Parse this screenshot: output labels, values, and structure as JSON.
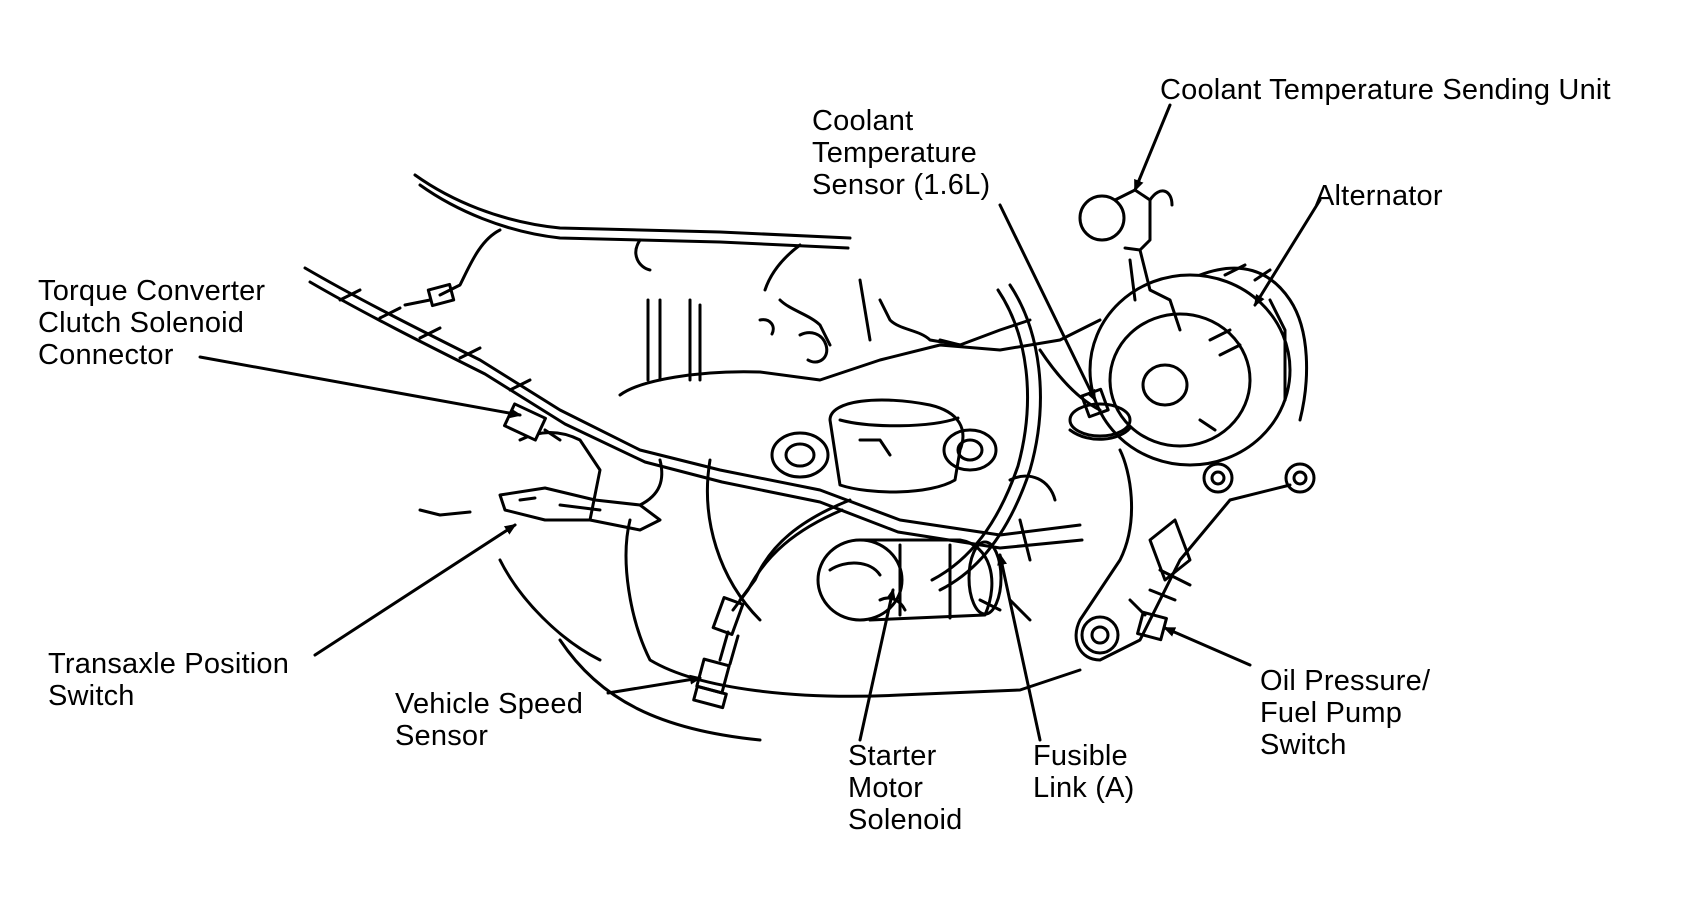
{
  "labels": {
    "coolant_sending_unit": [
      "Coolant Temperature Sending Unit"
    ],
    "coolant_sensor": [
      "Coolant",
      "Temperature",
      "Sensor (1.6L)"
    ],
    "alternator": [
      "Alternator"
    ],
    "tcc_solenoid": [
      "Torque Converter",
      "Clutch Solenoid",
      "Connector"
    ],
    "transaxle_switch": [
      "Transaxle Position",
      "Switch"
    ],
    "vehicle_speed_sensor": [
      "Vehicle Speed",
      "Sensor"
    ],
    "starter_solenoid": [
      "Starter",
      "Motor",
      "Solenoid"
    ],
    "fusible_link": [
      "Fusible",
      "Link (A)"
    ],
    "oil_pressure_switch": [
      "Oil Pressure/",
      "Fuel Pump",
      "Switch"
    ]
  },
  "colors": {
    "ink": "#000000",
    "paper": "#ffffff"
  }
}
